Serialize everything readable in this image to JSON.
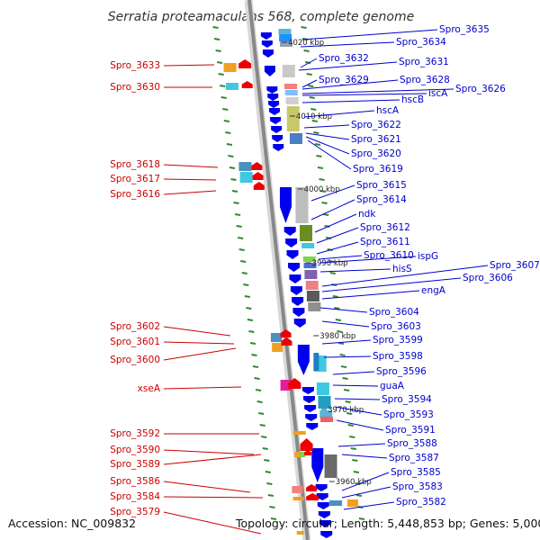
{
  "title": "Serratia proteamaculans 568, complete genome",
  "footer": {
    "accession": "Accession: NC_009832",
    "summary": "Topology: circular; Length: 5,448,853 bp; Genes: 5,000"
  },
  "kbp_marks": [
    "4020 kbp",
    "4010 kbp",
    "4000 kbp",
    "3990 kbp",
    "3980 kbp",
    "3970 kbp",
    "3960 kbp"
  ],
  "left_labels": [
    "Spro_3633",
    "Spro_3630",
    "Spro_3618",
    "Spro_3617",
    "Spro_3616",
    "Spro_3602",
    "Spro_3601",
    "Spro_3600",
    "xseA",
    "Spro_3592",
    "Spro_3590",
    "Spro_3589",
    "Spro_3586",
    "Spro_3584",
    "Spro_3579"
  ],
  "right_labels": [
    "Spro_3635",
    "Spro_3634",
    "Spro_3632",
    "Spro_3631",
    "Spro_3629",
    "Spro_3628",
    "iscA",
    "Spro_3626",
    "hscB",
    "hscA",
    "Spro_3622",
    "Spro_3621",
    "Spro_3620",
    "Spro_3619",
    "Spro_3615",
    "Spro_3614",
    "ndk",
    "Spro_3612",
    "Spro_3611",
    "Spro_3610",
    "ispG",
    "hisS",
    "Spro_3607",
    "Spro_3606",
    "engA",
    "Spro_3604",
    "Spro_3603",
    "Spro_3599",
    "Spro_3598",
    "Spro_3596",
    "guaA",
    "Spro_3594",
    "Spro_3593",
    "Spro_3591",
    "Spro_3588",
    "Spro_3587",
    "Spro_3585",
    "Spro_3583",
    "Spro_3582"
  ],
  "colors": {
    "backbone": "#888888",
    "tick": "#2e8b2e",
    "forward_arrow": "#0000ee",
    "reverse_arrow": "#ee0000",
    "left_label": "#cc0000",
    "right_label": "#0000cc"
  }
}
